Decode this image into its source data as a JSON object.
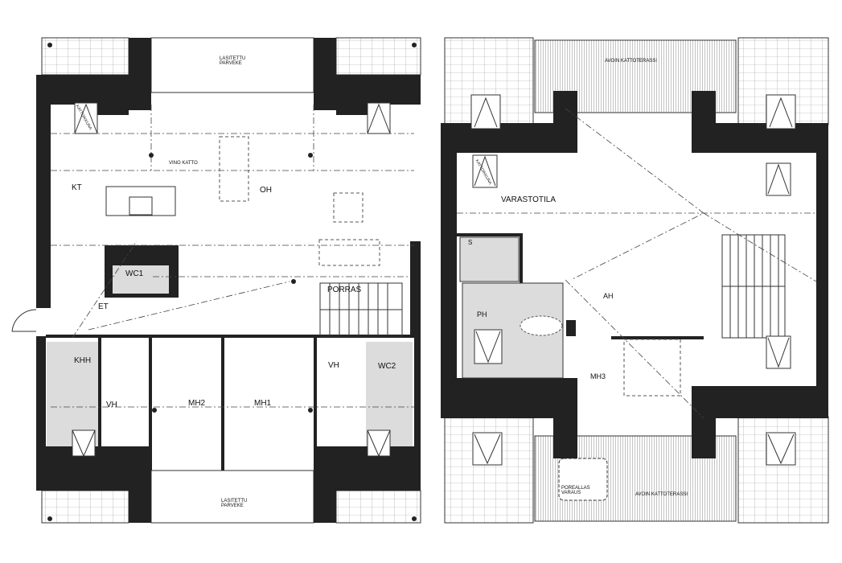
{
  "floor_1": {
    "rooms": {
      "kt": "KT",
      "oh": "OH",
      "wc1": "WC1",
      "et": "ET",
      "porras": "PORRAS",
      "khh": "KHH",
      "vh_left": "VH",
      "mh2": "MH2",
      "mh1": "MH1",
      "vh_right": "VH",
      "wc2": "WC2"
    },
    "annotations": {
      "balcony_top": "LASITETTU PARVEKE",
      "balcony_bottom": "LASITETTU PARVEKE",
      "sloped_ceiling": "VINO KATTO",
      "roof_window": "KATTOIKKUNA"
    }
  },
  "floor_2": {
    "rooms": {
      "varastotila": "VARASTOTILA",
      "s": "S",
      "ph": "PH",
      "ah": "AH",
      "mh3": "MH3"
    },
    "annotations": {
      "terrace_top": "AVOIN KATTOTERASSI",
      "terrace_bottom": "AVOIN KATTOTERASSI",
      "hot_tub": "POREALLAS VARAUS",
      "roof_window": "KATTOIKKUNA"
    }
  },
  "colors": {
    "wall": "#222222",
    "wet_room": "#dcdcdc",
    "line": "#333333"
  }
}
